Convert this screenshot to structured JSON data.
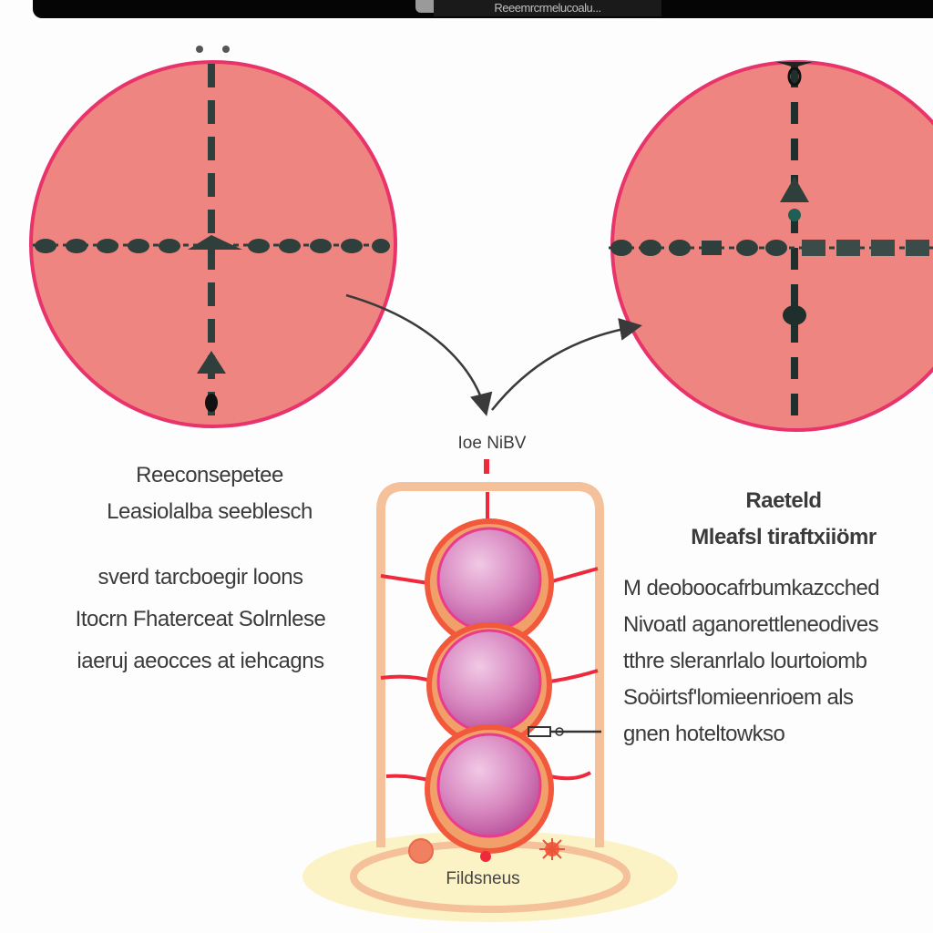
{
  "header": {
    "title_bar_text": "Reeemrcrmelucoalu..."
  },
  "left_panel": {
    "heading_lines": [
      "Reeconsepetee",
      "Leasiolalba seeblesch"
    ],
    "body_lines": [
      "sverd tarcboegir loons",
      "Itocrn Fhaterceat Solrnlese",
      "iaeruj aeocces at iehcagns"
    ]
  },
  "right_panel": {
    "heading_lines": [
      "Raeteld",
      "Mleafsl tiraftxiiömr"
    ],
    "body_lines": [
      "M deoboocafrbumkazcched",
      "Nivoatl aganorettleneodives",
      "tthre sleranrlalo lourtoiomb",
      "Soöirtsf'lomieenrioem als",
      "gnen hoteltowkso"
    ]
  },
  "center": {
    "top_label": "Ioe NiBV",
    "base_label": "Fildsneus"
  },
  "colors": {
    "circle_fill": "#ee8580",
    "circle_stroke": "#e8336b",
    "marker": "#2f3f3c",
    "sphere_fill": "#cc6fae",
    "sphere_ring": "#f2583c",
    "frame": "#f4c19a",
    "base": "#fbf3c5",
    "red_line": "#f0283c"
  }
}
